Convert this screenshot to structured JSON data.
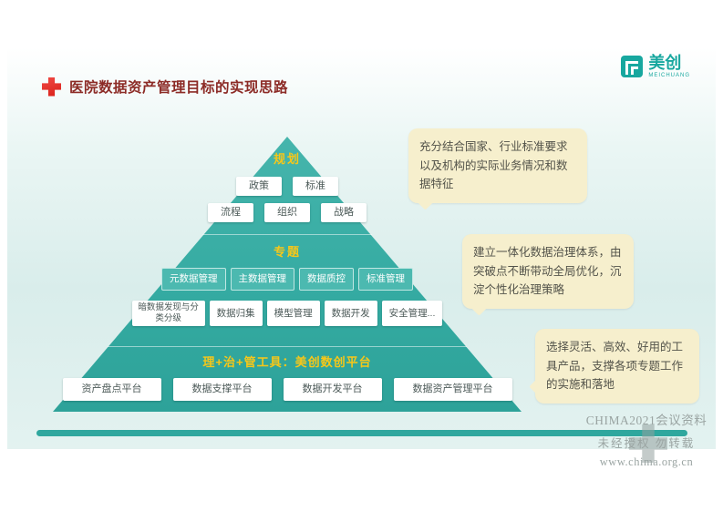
{
  "header": {
    "title": "医院数据资产管理目标的实现思路",
    "logo_text": "美创",
    "logo_sub": "MEICHUANG"
  },
  "pyramid": {
    "levels": [
      {
        "label": "规划",
        "rows": [
          [
            "政策",
            "标准"
          ],
          [
            "流程",
            "组织",
            "战略"
          ]
        ]
      },
      {
        "label": "专题",
        "teal_row": [
          "元数据管理",
          "主数据管理",
          "数据质控",
          "标准管理"
        ],
        "white_row": [
          "暗数据发现与分类分级",
          "数据归集",
          "模型管理",
          "数据开发",
          "安全管理..."
        ]
      },
      {
        "label": "理+治+管工具：美创数创平台",
        "row": [
          "资产盘点平台",
          "数据支撑平台",
          "数据开发平台",
          "数据资产管理平台"
        ]
      }
    ]
  },
  "callouts": [
    {
      "text": "充分结合国家、行业标准要求以及机构的实际业务情况和数据特征"
    },
    {
      "text": "建立一体化数据治理体系，由突破点不断带动全局优化，沉淀个性化治理策略"
    },
    {
      "text": "选择灵活、高效、好用的工具产品，支撑各项专题工作的实施和落地"
    }
  ],
  "watermark": {
    "line1": "CHIMA2021会议资料",
    "line2": "未经授权 勿转载",
    "line3": "www.chima.org.cn"
  },
  "colors": {
    "teal": "#2fa9a2",
    "accent_yellow": "#f7c719",
    "callout_bg": "#f6efcd",
    "title_red": "#8c2b26"
  }
}
